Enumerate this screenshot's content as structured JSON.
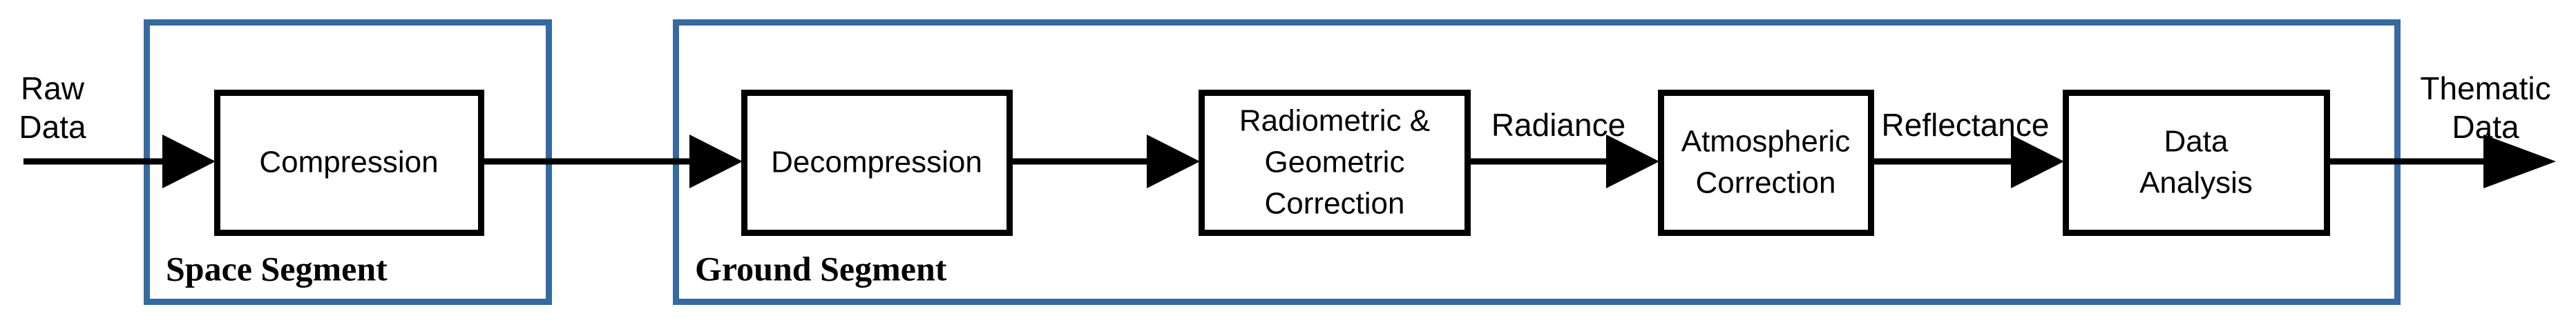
{
  "diagram": {
    "title": "Space Segment and Ground Segment remote sensing data processing chain",
    "colors": {
      "group_border": "#36699f",
      "box_border": "#000000",
      "box_fill": "#ffffff",
      "connector": "#000000",
      "background": "#ffffff"
    },
    "groups": [
      {
        "id": "space-segment",
        "label": "Space Segment"
      },
      {
        "id": "ground-segment",
        "label": "Ground Segment"
      }
    ],
    "nodes": [
      {
        "id": "compression",
        "label": "Compression",
        "lines": [
          "Compression"
        ]
      },
      {
        "id": "decompression",
        "label": "Decompression",
        "lines": [
          "Decompression"
        ]
      },
      {
        "id": "radgeo",
        "label": "Radiometric & Geometric Correction",
        "lines": [
          "Radiometric &",
          "Geometric",
          "Correction"
        ]
      },
      {
        "id": "atmos",
        "label": "Atmospheric Correction",
        "lines": [
          "Atmospheric",
          "Correction"
        ]
      },
      {
        "id": "analysis",
        "label": "Data Analysis",
        "lines": [
          "Data",
          "Analysis"
        ]
      }
    ],
    "edge_labels": [
      {
        "id": "raw-data",
        "lines": [
          "Raw",
          "Data"
        ]
      },
      {
        "id": "thematic-data",
        "lines": [
          "Thematic",
          "Data"
        ]
      }
    ],
    "flow_labels": [
      {
        "id": "radiance",
        "label": "Radiance"
      },
      {
        "id": "reflectance",
        "label": "Reflectance"
      }
    ],
    "flow": [
      "Raw Data",
      "Compression",
      "Decompression",
      "Radiometric & Geometric Correction",
      "Radiance",
      "Atmospheric Correction",
      "Reflectance",
      "Data Analysis",
      "Thematic Data"
    ]
  }
}
